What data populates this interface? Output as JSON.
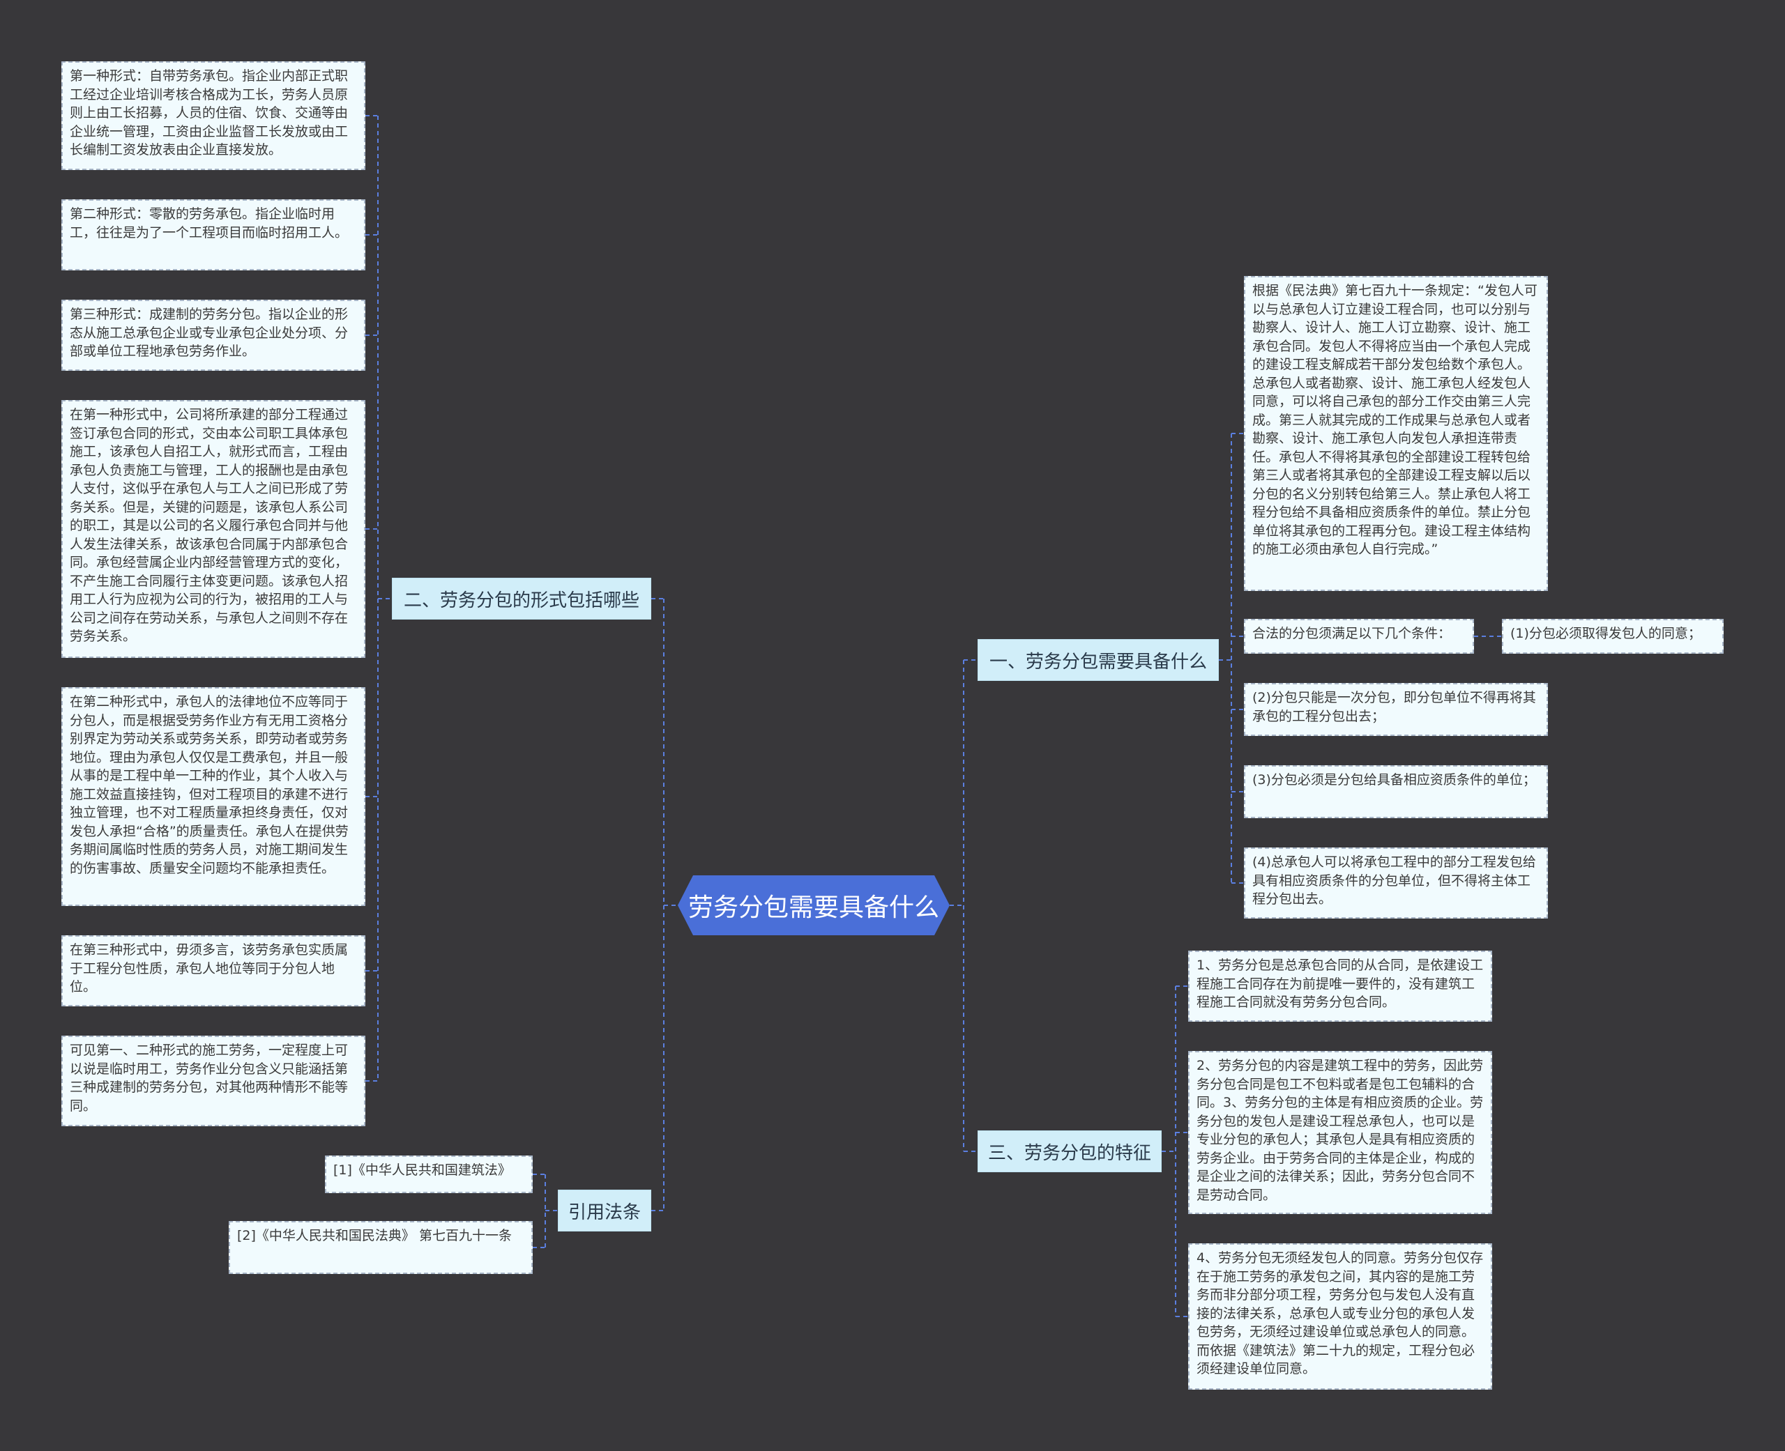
{
  "root": {
    "title": "劳务分包需要具备什么"
  },
  "branches": {
    "forms": {
      "label": "二、劳务分包的形式包括哪些"
    },
    "requirements": {
      "label": "一、劳务分包需要具备什么"
    },
    "features": {
      "label": "三、劳务分包的特征"
    },
    "refs": {
      "label": "引用法条"
    }
  },
  "forms_leaves": [
    "第一种形式：自带劳务承包。指企业内部正式职工经过企业培训考核合格成为工长，劳务人员原则上由工长招募，人员的住宿、饮食、交通等由企业统一管理，工资由企业监督工长发放或由工长编制工资发放表由企业直接发放。",
    "第二种形式：零散的劳务承包。指企业临时用工，往往是为了一个工程项目而临时招用工人。",
    "第三种形式：成建制的劳务分包。指以企业的形态从施工总承包企业或专业承包企业处分项、分部或单位工程地承包劳务作业。",
    "在第一种形式中，公司将所承建的部分工程通过签订承包合同的形式，交由本公司职工具体承包施工，该承包人自招工人，就形式而言，工程由承包人负责施工与管理，工人的报酬也是由承包人支付，这似乎在承包人与工人之间已形成了劳务关系。但是，关键的问题是，该承包人系公司的职工，其是以公司的名义履行承包合同并与他人发生法律关系，故该承包合同属于内部承包合同。承包经营属企业内部经营管理方式的变化，不产生施工合同履行主体变更问题。该承包人招用工人行为应视为公司的行为，被招用的工人与公司之间存在劳动关系，与承包人之间则不存在劳务关系。",
    "在第二种形式中，承包人的法律地位不应等同于分包人，而是根据受劳务作业方有无用工资格分别界定为劳动关系或劳务关系，即劳动者或劳务地位。理由为承包人仅仅是工费承包，并且一般从事的是工程中单一工种的作业，其个人收入与施工效益直接挂钩，但对工程项目的承建不进行独立管理，也不对工程质量承担终身责任，仅对发包人承担“合格”的质量责任。承包人在提供劳务期间属临时性质的劳务人员，对施工期间发生的伤害事故、质量安全问题均不能承担责任。",
    "在第三种形式中，毋须多言，该劳务承包实质属于工程分包性质，承包人地位等同于分包人地位。",
    "可见第一、二种形式的施工劳务，一定程度上可以说是临时用工，劳务作业分包含义只能涵括第三种成建制的劳务分包，对其他两种情形不能等同。"
  ],
  "refs_leaves": [
    "[1]《中华人民共和国建筑法》",
    "[2]《中华人民共和国民法典》 第七百九十一条"
  ],
  "requirements_leaves": {
    "law": "根据《民法典》第七百九十一条规定：“发包人可以与总承包人订立建设工程合同，也可以分别与勘察人、设计人、施工人订立勘察、设计、施工承包合同。发包人不得将应当由一个承包人完成的建设工程支解成若干部分发包给数个承包人。总承包人或者勘察、设计、施工承包人经发包人同意，可以将自己承包的部分工作交由第三人完成。第三人就其完成的工作成果与总承包人或者勘察、设计、施工承包人向发包人承担连带责任。承包人不得将其承包的全部建设工程转包给第三人或者将其承包的全部建设工程支解以后以分包的名义分别转包给第三人。禁止承包人将工程分包给不具备相应资质条件的单位。禁止分包单位将其承包的工程再分包。建设工程主体结构的施工必须由承包人自行完成。”",
    "conditions": "合法的分包须满足以下几个条件：",
    "cond1": "(1)分包必须取得发包人的同意；",
    "cond2": "(2)分包只能是一次分包，即分包单位不得再将其承包的工程分包出去；",
    "cond3": "(3)分包必须是分包给具备相应资质条件的单位；",
    "cond4": "(4)总承包人可以将承包工程中的部分工程发包给具有相应资质条件的分包单位，但不得将主体工程分包出去。"
  },
  "features_leaves": [
    "1、劳务分包是总承包合同的从合同，是依建设工程施工合同存在为前提唯一要件的，没有建筑工程施工合同就没有劳务分包合同。",
    "2、劳务分包的内容是建筑工程中的劳务，因此劳务分包合同是包工不包料或者是包工包辅料的合同。3、劳务分包的主体是有相应资质的企业。劳务分包的发包人是建设工程总承包人，也可以是专业分包的承包人；其承包人是具有相应资质的劳务企业。由于劳务合同的主体是企业，构成的是企业之间的法律关系；因此，劳务分包合同不是劳动合同。",
    "4、劳务分包无须经发包人的同意。劳务分包仅存在于施工劳务的承发包之间，其内容的是施工劳务而非分部分项工程，劳务分包与发包人没有直接的法律关系，总承包人或专业分包的承包人发包劳务，无须经过建设单位或总承包人的同意。而依据《建筑法》第二十九的规定，工程分包必须经建设单位同意。"
  ],
  "colors": {
    "background": "#38373a",
    "root": "#4a6fd8",
    "branch": "#d1eef9",
    "leaf": "#f1fbfe",
    "connector": "#5b7fe0"
  }
}
